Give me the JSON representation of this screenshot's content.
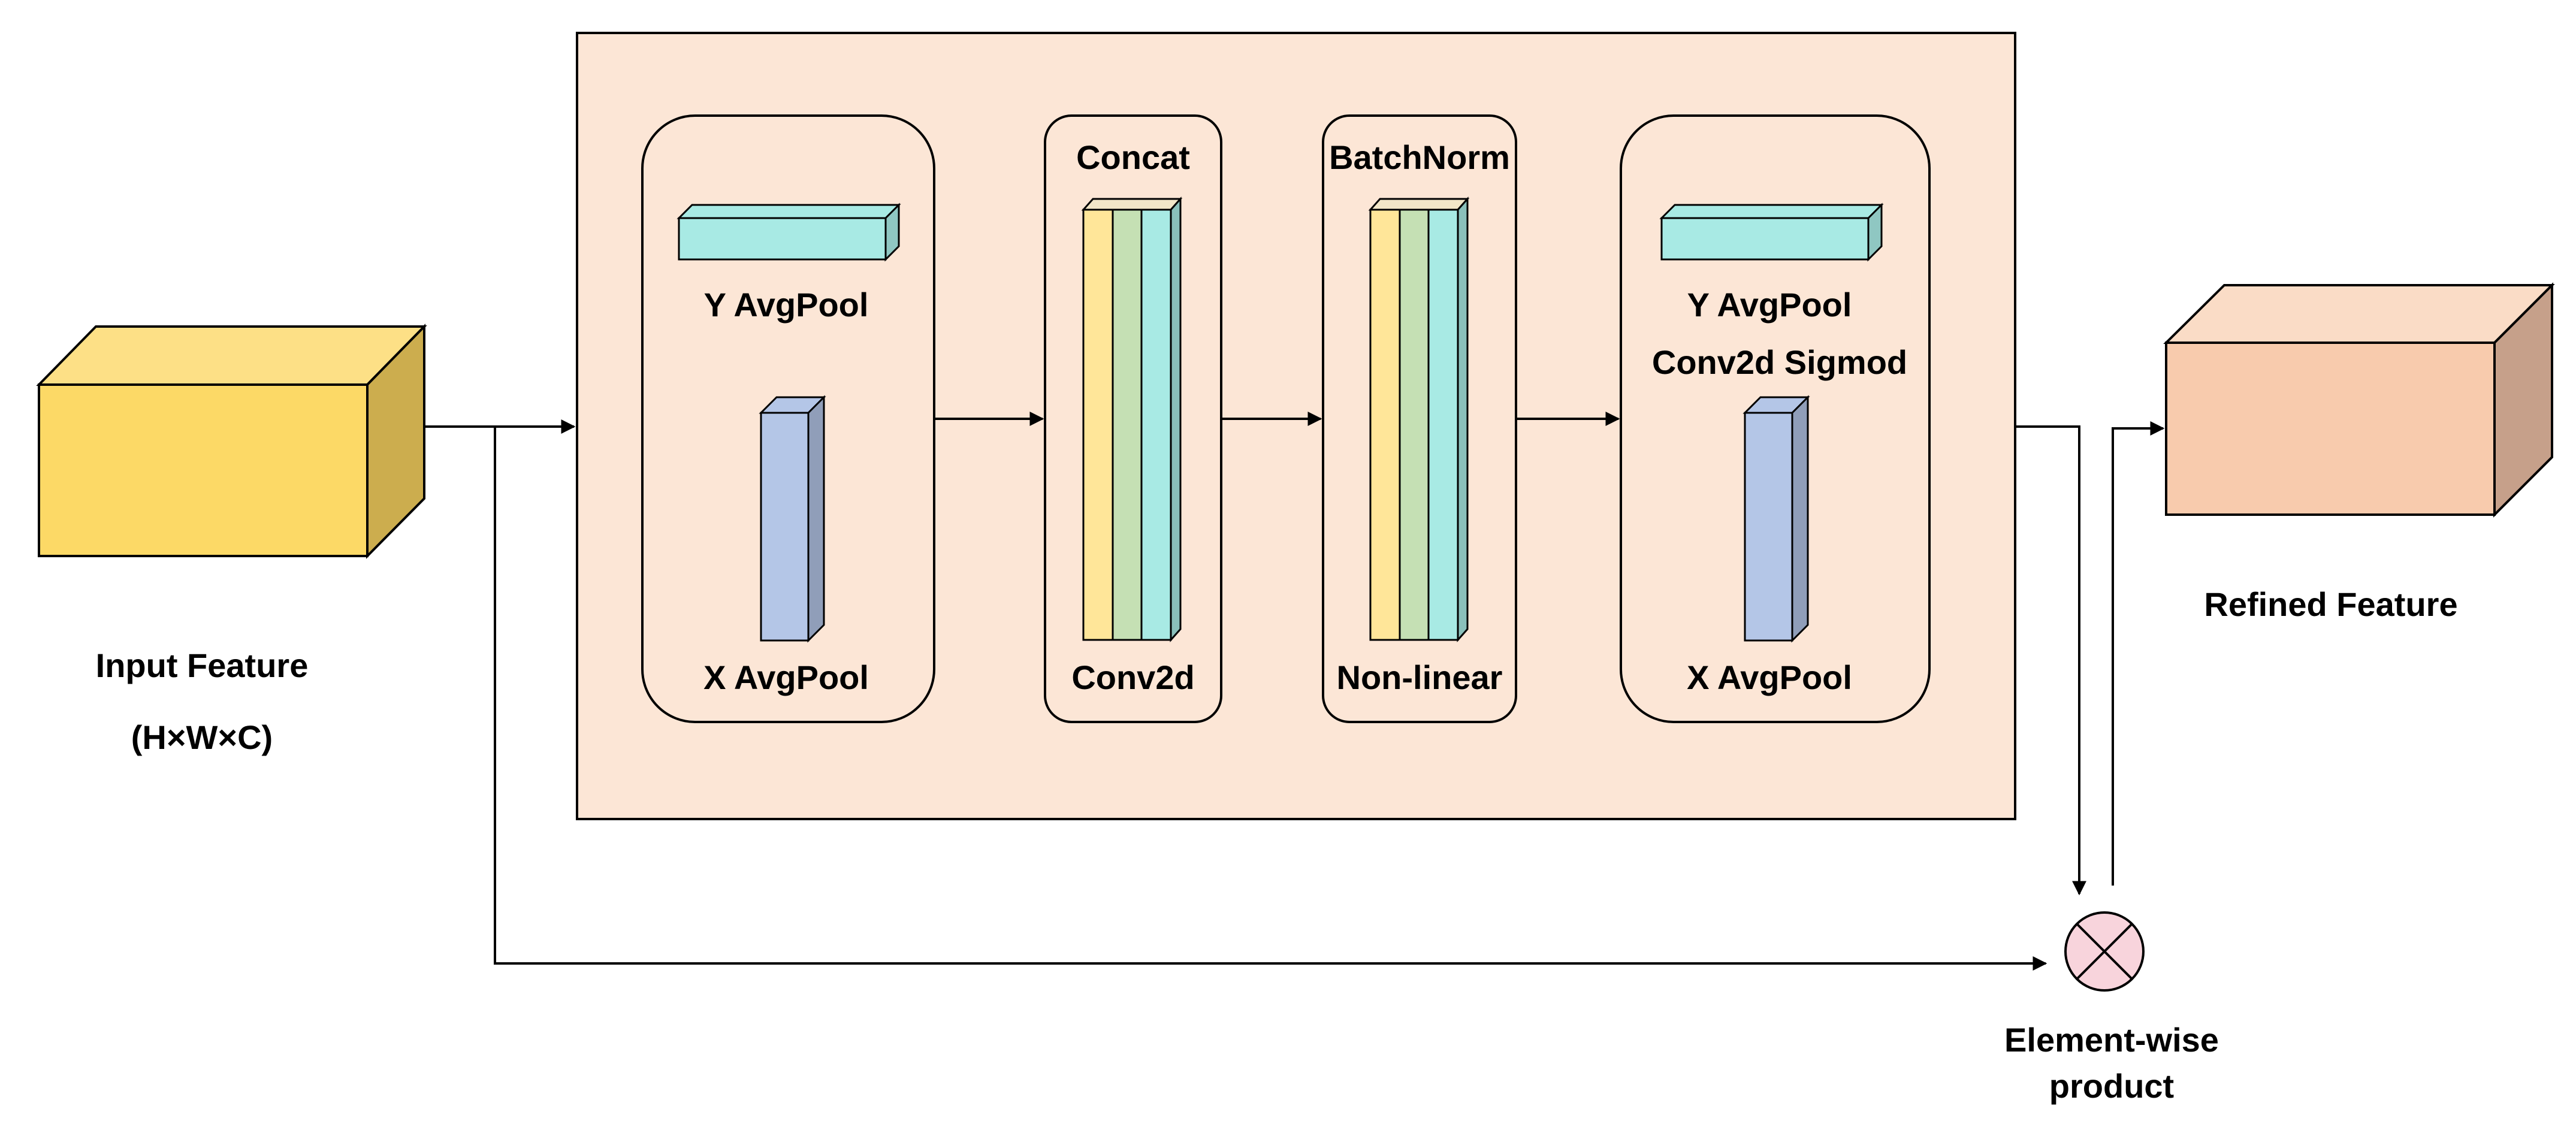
{
  "input": {
    "label": "Input Feature",
    "dims": "(H×W×C)",
    "colors": {
      "front": "#FCD966",
      "top": "#FDE086",
      "side": "#CCAD4E"
    }
  },
  "module": {
    "background": "#FCE6D6",
    "pool_stage": {
      "top_label": "Y AvgPool",
      "bottom_label": "X AvgPool"
    },
    "concat_stage": {
      "top_label": "Concat",
      "bottom_label": "Conv2d"
    },
    "norm_stage": {
      "top_label": "BatchNorm",
      "bottom_label": "Non-linear"
    },
    "output_stage": {
      "top_label": "Y AvgPool",
      "middle_label": "Conv2d Sigmod",
      "bottom_label": "X AvgPool"
    }
  },
  "operator": {
    "label_line1": "Element-wise",
    "label_line2": "product",
    "color": "#F8D4DC"
  },
  "output": {
    "label": "Refined Feature",
    "colors": {
      "front": "#F8CBAD",
      "top": "#FADCC6",
      "side": "#C6A08A"
    }
  },
  "colors": {
    "y_pool": "#A8EAE4",
    "x_pool": "#B4C6E7",
    "slab_yellow": "#FFE699",
    "slab_green": "#C5E0B4",
    "slab_teal": "#A8EAE4"
  }
}
